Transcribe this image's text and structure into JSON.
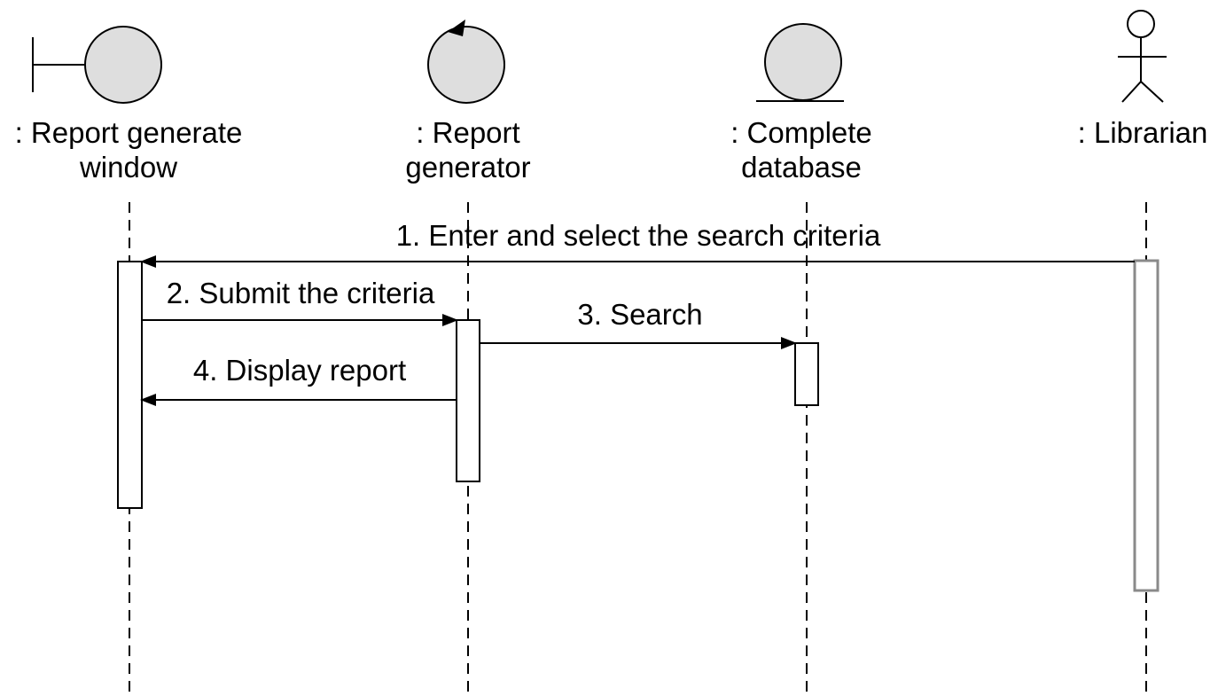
{
  "participants": [
    {
      "label_line1": ": Report generate",
      "label_line2": "window",
      "kind": "boundary-icon"
    },
    {
      "label_line1": ": Report",
      "label_line2": "generator",
      "kind": "control-icon"
    },
    {
      "label_line1": ": Complete",
      "label_line2": "database",
      "kind": "entity-icon"
    },
    {
      "label_line1": ": Librarian",
      "label_line2": "",
      "kind": "actor-icon"
    }
  ],
  "messages": [
    {
      "text": "1. Enter and select the search criteria",
      "from": ": Librarian",
      "to": ": Report generate window"
    },
    {
      "text": "2. Submit the criteria",
      "from": ": Report generate window",
      "to": ": Report generator"
    },
    {
      "text": "3. Search",
      "from": ": Report generator",
      "to": ": Complete database"
    },
    {
      "text": "4. Display report",
      "from": ": Report generator",
      "to": ": Report generate window"
    }
  ],
  "colors": {
    "icon_fill": "#dedede",
    "line": "#000000",
    "activation_border_gray": "#8a8a8a"
  }
}
